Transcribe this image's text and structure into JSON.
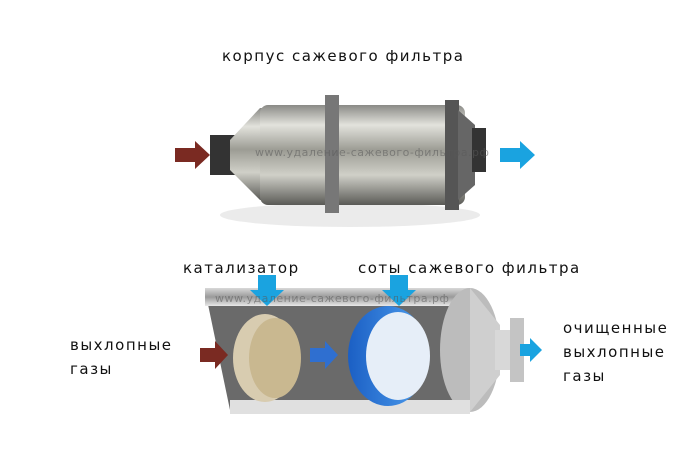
{
  "top": {
    "title": "корпус сажевого фильтра"
  },
  "bottom": {
    "catalyst": "катализатор",
    "honeycomb": "соты сажевого фильтра",
    "inlet": [
      "выхлопные",
      "газы"
    ],
    "outlet": [
      "очищенные",
      "выхлопные",
      "газы"
    ]
  },
  "watermark": "www.удаление-сажевого-фильтра.рф",
  "colors": {
    "inlet_arrow": "#7a2a22",
    "outlet_arrow": "#1aa3e0",
    "flow_arrow": "#2f6fd0"
  }
}
